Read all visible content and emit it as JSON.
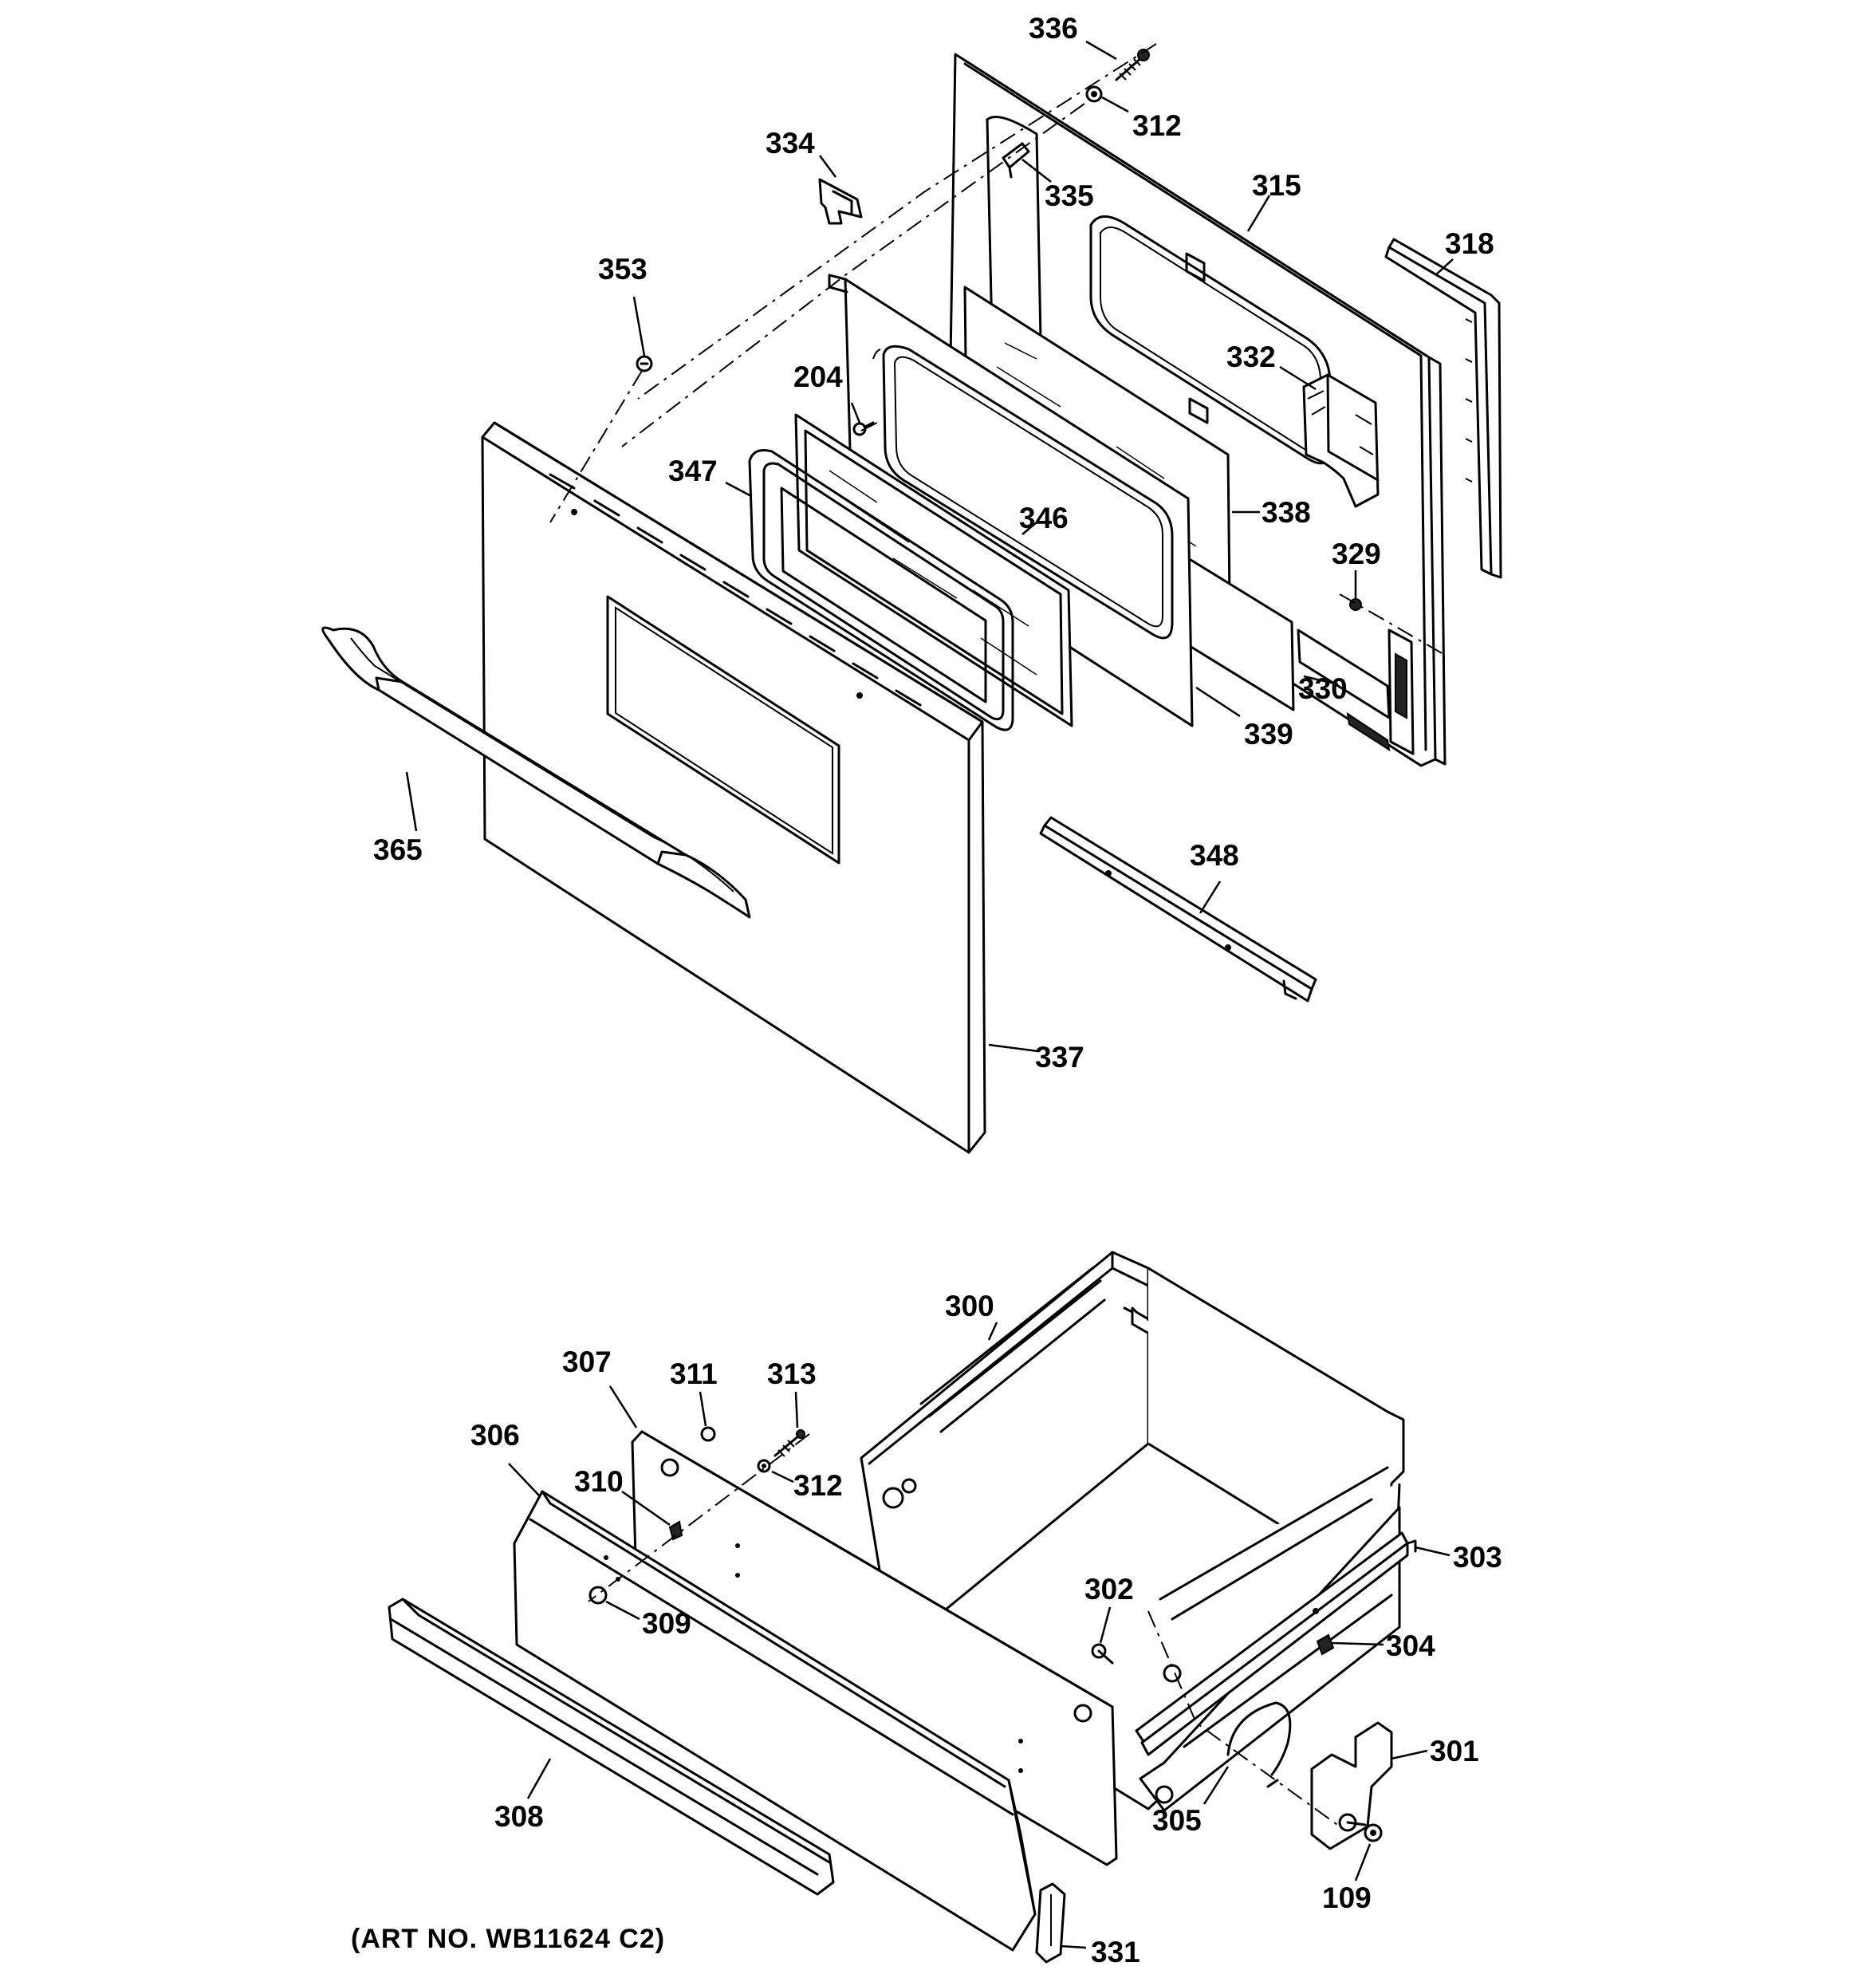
{
  "art_number": "(ART NO. WB11624 C2)",
  "parts": [
    {
      "id": "336",
      "label": "336"
    },
    {
      "id": "312a",
      "label": "312"
    },
    {
      "id": "334",
      "label": "334"
    },
    {
      "id": "335",
      "label": "335"
    },
    {
      "id": "315",
      "label": "315"
    },
    {
      "id": "318",
      "label": "318"
    },
    {
      "id": "353",
      "label": "353"
    },
    {
      "id": "332",
      "label": "332"
    },
    {
      "id": "204",
      "label": "204"
    },
    {
      "id": "347",
      "label": "347"
    },
    {
      "id": "346",
      "label": "346"
    },
    {
      "id": "338",
      "label": "338"
    },
    {
      "id": "329",
      "label": "329"
    },
    {
      "id": "330",
      "label": "330"
    },
    {
      "id": "339",
      "label": "339"
    },
    {
      "id": "365",
      "label": "365"
    },
    {
      "id": "348",
      "label": "348"
    },
    {
      "id": "337",
      "label": "337"
    },
    {
      "id": "300",
      "label": "300"
    },
    {
      "id": "307",
      "label": "307"
    },
    {
      "id": "311",
      "label": "311"
    },
    {
      "id": "313",
      "label": "313"
    },
    {
      "id": "306",
      "label": "306"
    },
    {
      "id": "310",
      "label": "310"
    },
    {
      "id": "312b",
      "label": "312"
    },
    {
      "id": "303",
      "label": "303"
    },
    {
      "id": "302",
      "label": "302"
    },
    {
      "id": "309",
      "label": "309"
    },
    {
      "id": "304",
      "label": "304"
    },
    {
      "id": "301",
      "label": "301"
    },
    {
      "id": "305",
      "label": "305"
    },
    {
      "id": "308",
      "label": "308"
    },
    {
      "id": "109",
      "label": "109"
    },
    {
      "id": "331",
      "label": "331"
    }
  ]
}
